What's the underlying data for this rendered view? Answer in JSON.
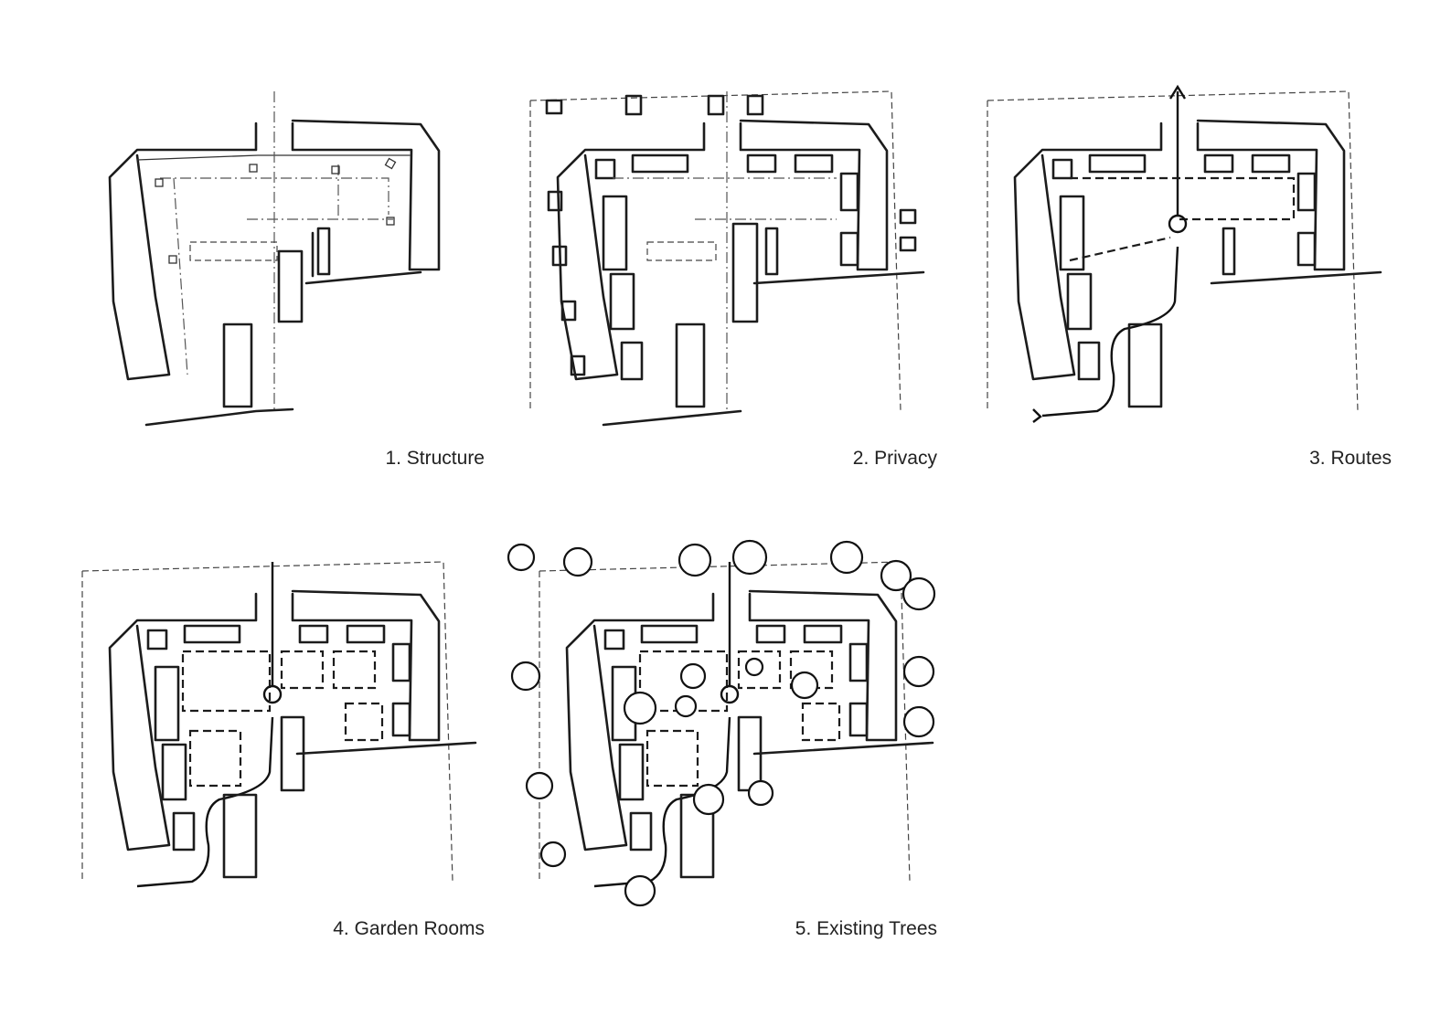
{
  "panels": [
    {
      "id": "structure",
      "caption": "1. Structure"
    },
    {
      "id": "privacy",
      "caption": "2. Privacy"
    },
    {
      "id": "routes",
      "caption": "3. Routes"
    },
    {
      "id": "garden-rooms",
      "caption": "4. Garden Rooms"
    },
    {
      "id": "existing-trees",
      "caption": "5. Existing  Trees"
    }
  ],
  "colors": {
    "ink": "#1c1c1c",
    "background": "#ffffff",
    "caption": "#222222"
  }
}
